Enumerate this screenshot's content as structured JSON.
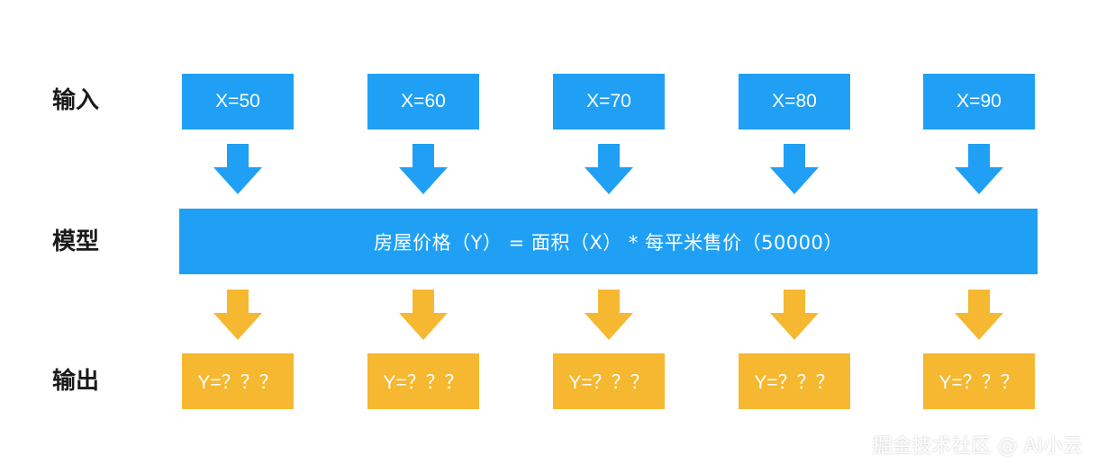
{
  "labels": {
    "input": "输入",
    "model": "模型",
    "output": "输出"
  },
  "inputs": [
    "X=50",
    "X=60",
    "X=70",
    "X=80",
    "X=90"
  ],
  "model": {
    "formula": "房屋价格（Y） = 面积（X） * 每平米售价（50000）"
  },
  "outputs": [
    "Y=？？？",
    "Y=？？？",
    "Y=？？？",
    "Y=？？？",
    "Y=？？？"
  ],
  "watermark": "掘金技术社区 @ AI小云",
  "colors": {
    "input_box": "#1fa0f5",
    "output_box": "#f5b830",
    "input_arrow": "#1fa0f5",
    "output_arrow": "#f5b830"
  }
}
